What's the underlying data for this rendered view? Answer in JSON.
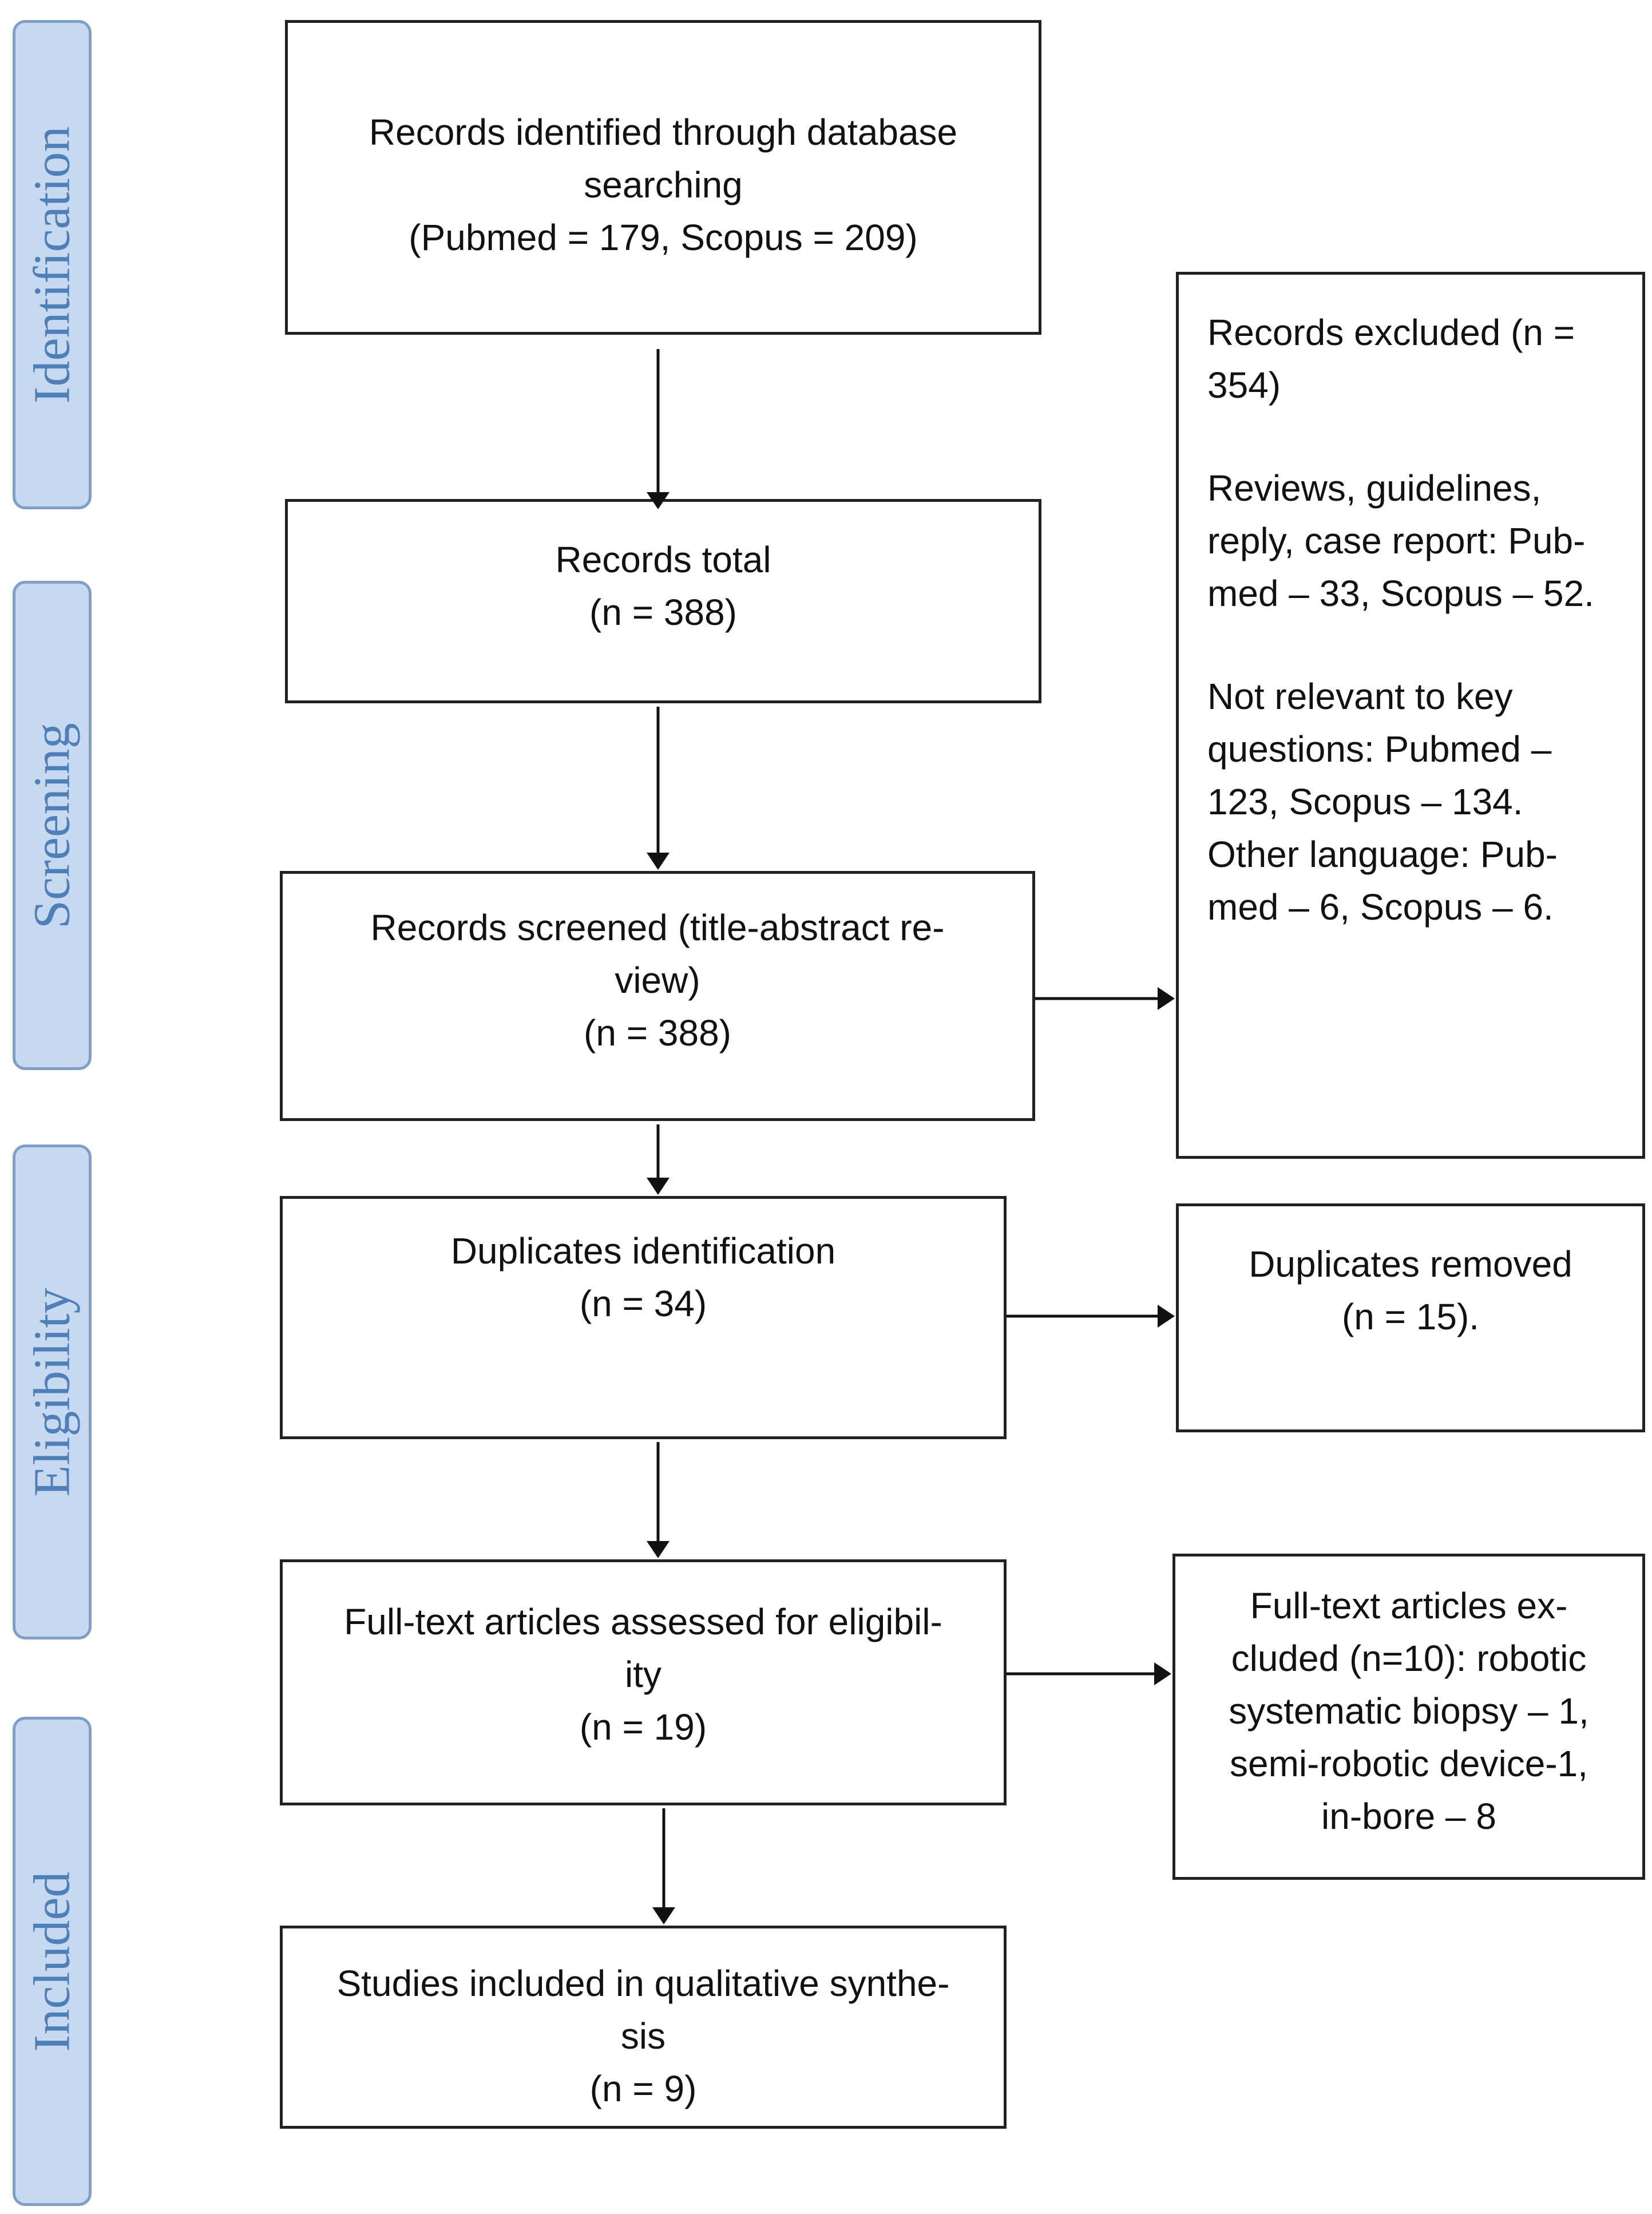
{
  "stages": [
    {
      "key": "identification",
      "label": "Identification"
    },
    {
      "key": "screening",
      "label": "Screening"
    },
    {
      "key": "eligibility",
      "label": "Eligibility"
    },
    {
      "key": "included",
      "label": "Included"
    }
  ],
  "boxes": {
    "identified": {
      "lines": [
        "Records identified through database",
        "searching",
        "(Pubmed = 179, Scopus = 209)"
      ]
    },
    "total": {
      "lines": [
        "Records total",
        "(n = 388)"
      ]
    },
    "screened": {
      "lines": [
        "Records screened (title-abstract re-",
        "view)",
        "(n = 388)"
      ]
    },
    "excluded": {
      "paragraphs": [
        [
          "Records excluded (n =",
          "354)"
        ],
        [
          "Reviews, guidelines,",
          "reply, case report: Pub-",
          "med – 33, Scopus – 52."
        ],
        [
          "Not relevant to key",
          "questions:  Pubmed –",
          "123, Scopus – 134.",
          "Other language:  Pub-",
          "med – 6, Scopus – 6."
        ]
      ]
    },
    "duplicates_identification": {
      "lines": [
        "Duplicates identification",
        "(n = 34)"
      ]
    },
    "duplicates_removed": {
      "lines": [
        "Duplicates removed",
        "(n = 15)."
      ]
    },
    "fulltext": {
      "lines": [
        "Full-text articles assessed for eligibil-",
        "ity",
        "(n = 19)"
      ]
    },
    "fulltext_excluded": {
      "lines": [
        "Full-text articles ex-",
        "cluded (n=10): robotic",
        "systematic biopsy – 1,",
        "semi-robotic device-1,",
        "in-bore – 8"
      ]
    },
    "included": {
      "lines": [
        "Studies included in qualitative synthe-",
        "sis",
        "(n = 9)"
      ]
    }
  }
}
